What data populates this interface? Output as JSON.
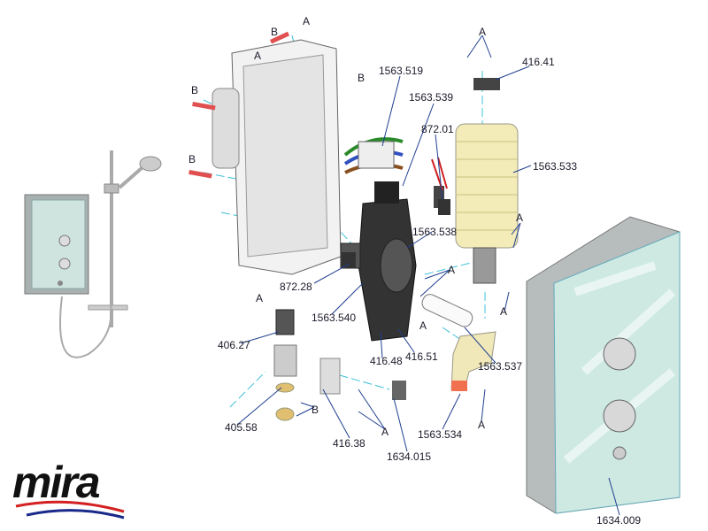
{
  "title": "Mira electric shower exploded parts diagram",
  "brand": {
    "name": "mira",
    "colors": {
      "text": "#111111",
      "red": "#d42020",
      "blue": "#1a2a8a"
    }
  },
  "labels": [
    "A",
    "B",
    "A",
    "B",
    "1563.519",
    "B",
    "1563.539",
    "416.41",
    "A",
    "872.01",
    "B",
    "1563.533",
    "A",
    "1563.538",
    "A",
    "872.28",
    "A",
    "A",
    "1563.540",
    "A",
    "406.27",
    "416.48",
    "416.51",
    "1563.537",
    "405.58",
    "B",
    "416.38",
    "A",
    "1634.015",
    "1563.534",
    "A",
    "1634.009"
  ],
  "colors": {
    "leader": "#1f3f8f",
    "guide": "#3cc0d8",
    "glass": "#cde9e2",
    "heater": "#f3ecb8"
  }
}
